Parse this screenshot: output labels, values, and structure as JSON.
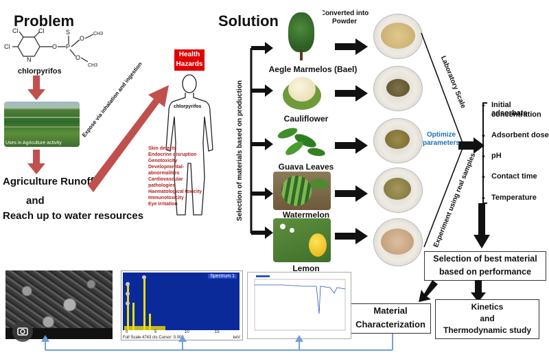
{
  "problem": {
    "heading": "Problem",
    "chem_name": "chlorpyrifos",
    "atoms": [
      "Cl",
      "Cl",
      "Cl",
      "N",
      "O",
      "P",
      "S",
      "O",
      "O",
      "CH3",
      "CH3"
    ],
    "field_caption": "Uses in Agriculture activity",
    "runoff": "Agriculture Runoff",
    "and": "and",
    "reach": "Reach up to water resources"
  },
  "hazards": {
    "expose_label": "Expose via inhalation and ingestion",
    "title_line1": "Health",
    "title_line2": "Hazards",
    "body_label": "chlorpyrifos",
    "list": [
      "Skin defects",
      "Endocrine disruption",
      "Genotoxicity",
      "Developmental-",
      "abnormalities",
      "Cardiovascular",
      "pathologies",
      "Haematological toxicity",
      "Immunotoxicity",
      "Eye irritation"
    ]
  },
  "solution": {
    "heading": "Solution",
    "selection_label": "Selection of materials based on production",
    "converted_line1": "Converted into",
    "converted_line2": "Powder",
    "materials": [
      "Aegle Marmelos (Bael)",
      "Cauliflower",
      "Guava Leaves",
      "Watermelon",
      "Lemon"
    ],
    "lab_scale": "Laboratory Scale",
    "real_samples": "Experiment using real samples",
    "optimize_line1": "Optimize",
    "optimize_line2": "parameters",
    "parameters": [
      "Initial adsorbate",
      "concentration",
      "Adsorbent dose",
      "pH",
      "Contact time",
      "Temperature"
    ],
    "best_line1": "Selection of best material",
    "best_line2": "based on performance",
    "char_line1": "Material",
    "char_line2": "Characterization",
    "kin_line1": "Kinetics",
    "kin_line2": "and",
    "kin_line3": "Thermodynamic study"
  },
  "instruments": {
    "eds_title": "Spectrum 1",
    "eds_footer": "Full Scale 4743 cts Cursor: 0.000",
    "eds_unit": "keV",
    "eds_ticks": [
      "0",
      "5",
      "10",
      "15"
    ]
  },
  "colors": {
    "down_arrow": "#c0504d",
    "hazard_red": "#e00000",
    "hazard_text": "#b22222",
    "optimize_blue": "#1f6fb2",
    "eds_bg": "#0a2a9a",
    "eds_peak": "#f0e000",
    "feedback_line": "#6fa0d8"
  }
}
